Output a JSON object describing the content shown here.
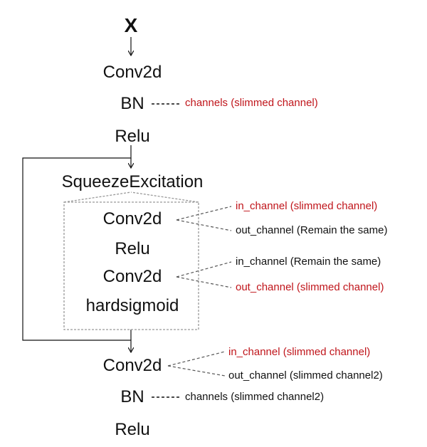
{
  "colors": {
    "highlight": "#c0151b",
    "text": "#111111",
    "block_border": "#999999"
  },
  "input_label": "X",
  "nodes": {
    "conv1": "Conv2d",
    "bn1": "BN",
    "relu1": "Relu",
    "se": "SqueezeExcitation",
    "se_conv1": "Conv2d",
    "se_relu": "Relu",
    "se_conv2": "Conv2d",
    "se_hardsigmoid": "hardsigmoid",
    "conv2": "Conv2d",
    "bn2": "BN",
    "relu2": "Relu"
  },
  "annotations": {
    "bn1_channels": "channels (slimmed channel)",
    "se_conv1_in": "in_channel (slimmed channel)",
    "se_conv1_out": "out_channel  (Remain the same)",
    "se_conv2_in": "in_channel  (Remain the same)",
    "se_conv2_out": "out_channel (slimmed channel)",
    "conv2_in": "in_channel (slimmed channel)",
    "conv2_out": "out_channel (slimmed channel2)",
    "bn2_channels": "channels (slimmed channel2)"
  }
}
